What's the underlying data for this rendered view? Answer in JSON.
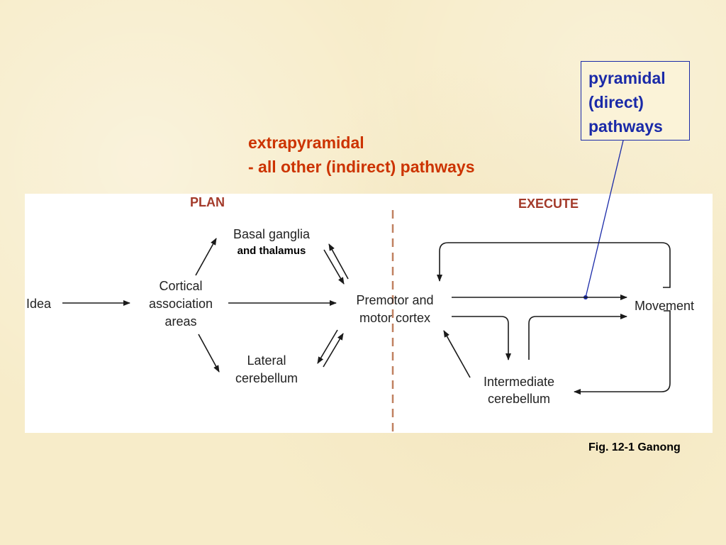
{
  "extrapyramidal": {
    "line1": "extrapyramidal",
    "line2": "- all other (indirect) pathways"
  },
  "pyramidal": {
    "line1": "pyramidal",
    "line2": "(direct)",
    "line3": "pathways"
  },
  "diagram": {
    "plan_label": "PLAN",
    "execute_label": "EXECUTE",
    "idea": "Idea",
    "cortical": [
      "Cortical",
      "association",
      "areas"
    ],
    "basal": [
      "Basal ganglia",
      "and thalamus"
    ],
    "lateral": [
      "Lateral",
      "cerebellum"
    ],
    "premotor": [
      "Premotor and",
      "motor cortex"
    ],
    "movement": "Movement",
    "intermediate": [
      "Intermediate",
      "cerebellum"
    ]
  },
  "caption": "Fig. 12-1 Ganong",
  "colors": {
    "extrapyramidal_text": "#cc3300",
    "pyramidal_text": "#1a2aa8",
    "plan_execute_text": "#a33a2a",
    "divider": "#c08060"
  }
}
